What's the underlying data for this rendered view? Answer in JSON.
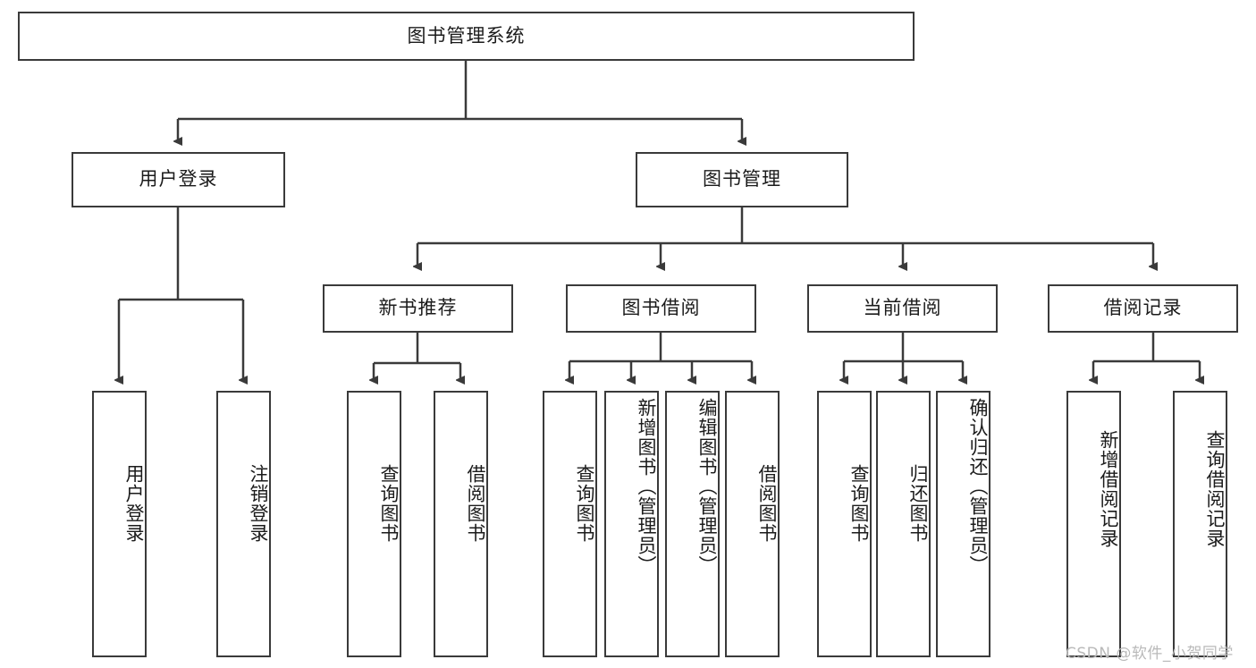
{
  "diagram": {
    "type": "tree-hierarchy",
    "title": "图书管理系统",
    "root": {
      "id": "root",
      "label": "图书管理系统",
      "orientation": "horizontal"
    },
    "level1": [
      {
        "id": "user-login",
        "label": "用户登录",
        "orientation": "horizontal"
      },
      {
        "id": "book-manage",
        "label": "图书管理",
        "orientation": "horizontal"
      }
    ],
    "level2": [
      {
        "id": "new-book-rec",
        "label": "新书推荐",
        "parent": "book-manage",
        "orientation": "horizontal"
      },
      {
        "id": "book-borrow",
        "label": "图书借阅",
        "parent": "book-manage",
        "orientation": "horizontal"
      },
      {
        "id": "current-borrow",
        "label": "当前借阅",
        "parent": "book-manage",
        "orientation": "horizontal"
      },
      {
        "id": "borrow-record",
        "label": "借阅记录",
        "parent": "book-manage",
        "orientation": "horizontal"
      }
    ],
    "leaves": [
      {
        "id": "leaf-user-login",
        "label": "用户登录",
        "parent": "user-login",
        "orientation": "vertical"
      },
      {
        "id": "leaf-logout",
        "label": "注销登录",
        "parent": "user-login",
        "orientation": "vertical"
      },
      {
        "id": "leaf-query-book-1",
        "label": "查询图书",
        "parent": "new-book-rec",
        "orientation": "vertical"
      },
      {
        "id": "leaf-borrow-book-1",
        "label": "借阅图书",
        "parent": "new-book-rec",
        "orientation": "vertical"
      },
      {
        "id": "leaf-query-book-2",
        "label": "查询图书",
        "parent": "book-borrow",
        "orientation": "vertical"
      },
      {
        "id": "leaf-add-book",
        "label": "新增图书（管理员）",
        "parent": "book-borrow",
        "orientation": "vertical"
      },
      {
        "id": "leaf-edit-book",
        "label": "编辑图书（管理员）",
        "parent": "book-borrow",
        "orientation": "vertical"
      },
      {
        "id": "leaf-borrow-book-2",
        "label": "借阅图书",
        "parent": "book-borrow",
        "orientation": "vertical"
      },
      {
        "id": "leaf-query-book-3",
        "label": "查询图书",
        "parent": "current-borrow",
        "orientation": "vertical"
      },
      {
        "id": "leaf-return-book",
        "label": "归还图书",
        "parent": "current-borrow",
        "orientation": "vertical"
      },
      {
        "id": "leaf-confirm-return",
        "label": "确认归还（管理员）",
        "parent": "current-borrow",
        "orientation": "vertical"
      },
      {
        "id": "leaf-add-record",
        "label": "新增借阅记录",
        "parent": "borrow-record",
        "orientation": "vertical"
      },
      {
        "id": "leaf-query-record",
        "label": "查询借阅记录",
        "parent": "borrow-record",
        "orientation": "vertical"
      }
    ],
    "colors": {
      "border": "#3a3a3a",
      "edge": "#3a3a3a",
      "background": "#ffffff",
      "text": "#1b1b1b",
      "watermark": "#b9b9b9"
    }
  },
  "watermark": {
    "text": "CSDN @软件_小贺同学"
  }
}
